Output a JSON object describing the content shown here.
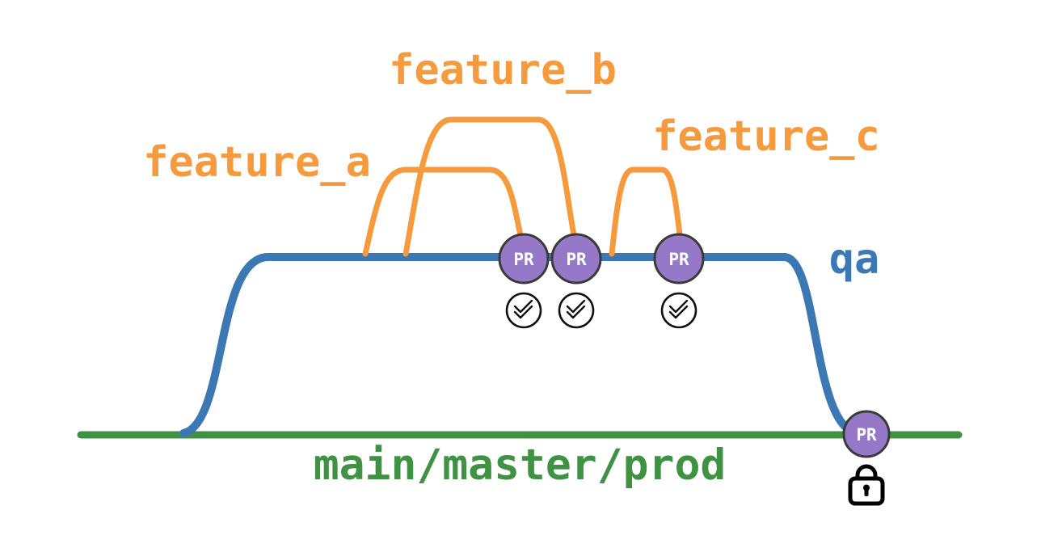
{
  "diagram": {
    "branches": {
      "feature_a": {
        "label": "feature_a"
      },
      "feature_b": {
        "label": "feature_b"
      },
      "feature_c": {
        "label": "feature_c"
      },
      "qa": {
        "label": "qa"
      },
      "main": {
        "label": "main/master/prod"
      }
    },
    "pr_badge_label": "PR",
    "colors": {
      "feature_branch": "#F59B3D",
      "qa_branch": "#3C79B4",
      "main_branch": "#3F9242",
      "pr_fill": "#9678C8",
      "pr_border": "#3A3A3A",
      "pr_label": "#FFFFFF",
      "check_icon": "#111111",
      "check_fill": "#FFFFFF",
      "lock_icon": "#000000",
      "background": "#FFFFFF"
    },
    "icons": {
      "approval": "double-check-badge-icon",
      "protection": "lock-icon"
    }
  }
}
